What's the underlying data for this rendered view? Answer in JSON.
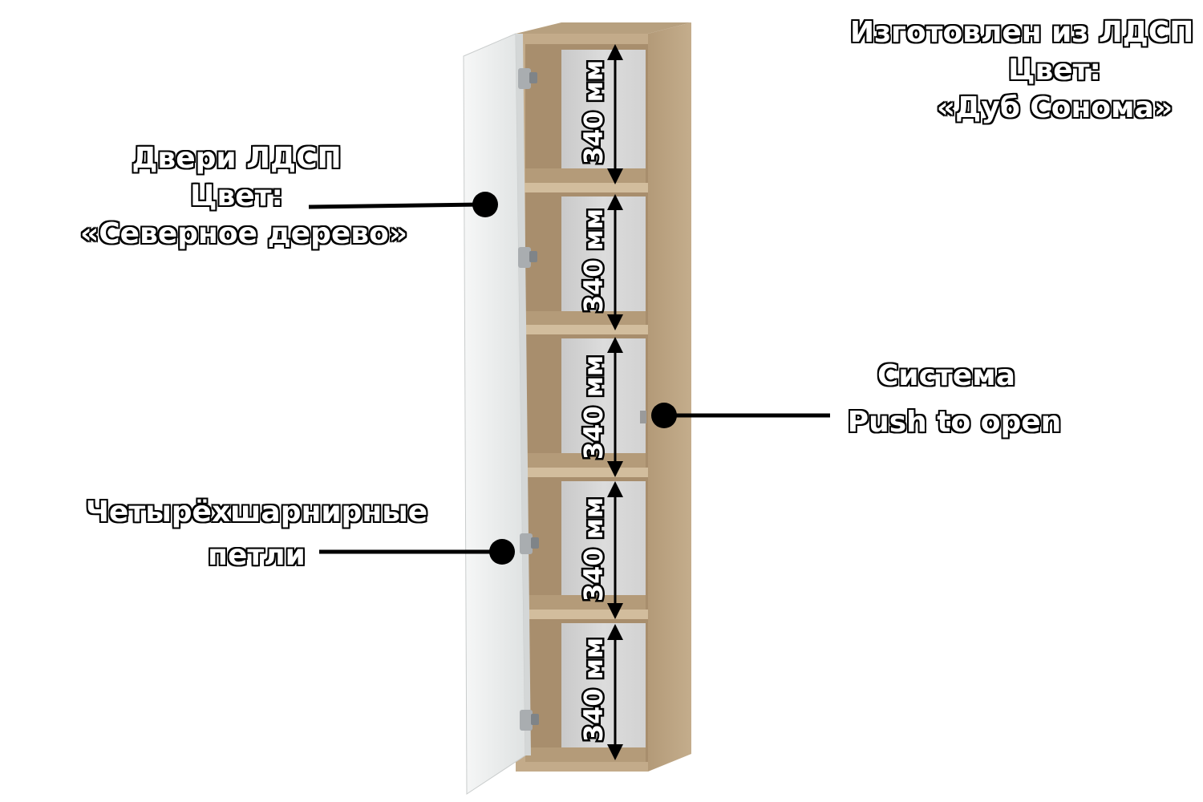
{
  "material_note": {
    "line1": "Изготовлен из ЛДСП",
    "line2": "Цвет:",
    "line3": "«Дуб Сонома»"
  },
  "doors_note": {
    "line1": "Двери ЛДСП",
    "line2": "Цвет:",
    "line3": "«Северное дерево»"
  },
  "push_note": {
    "line1": "Система",
    "line2": "Push to open"
  },
  "hinges_note": {
    "line1": "Четырёхшарнирные",
    "line2": "петли"
  },
  "shelf_heights": [
    "340 мм",
    "340 мм",
    "340 мм",
    "340 мм",
    "340 мм"
  ],
  "colors": {
    "oak_sonoma": "#c3ab8a",
    "oak_sonoma_dark": "#a68d6c",
    "door_white": "#eceeee",
    "interior_gray": "#d6d6d6"
  }
}
